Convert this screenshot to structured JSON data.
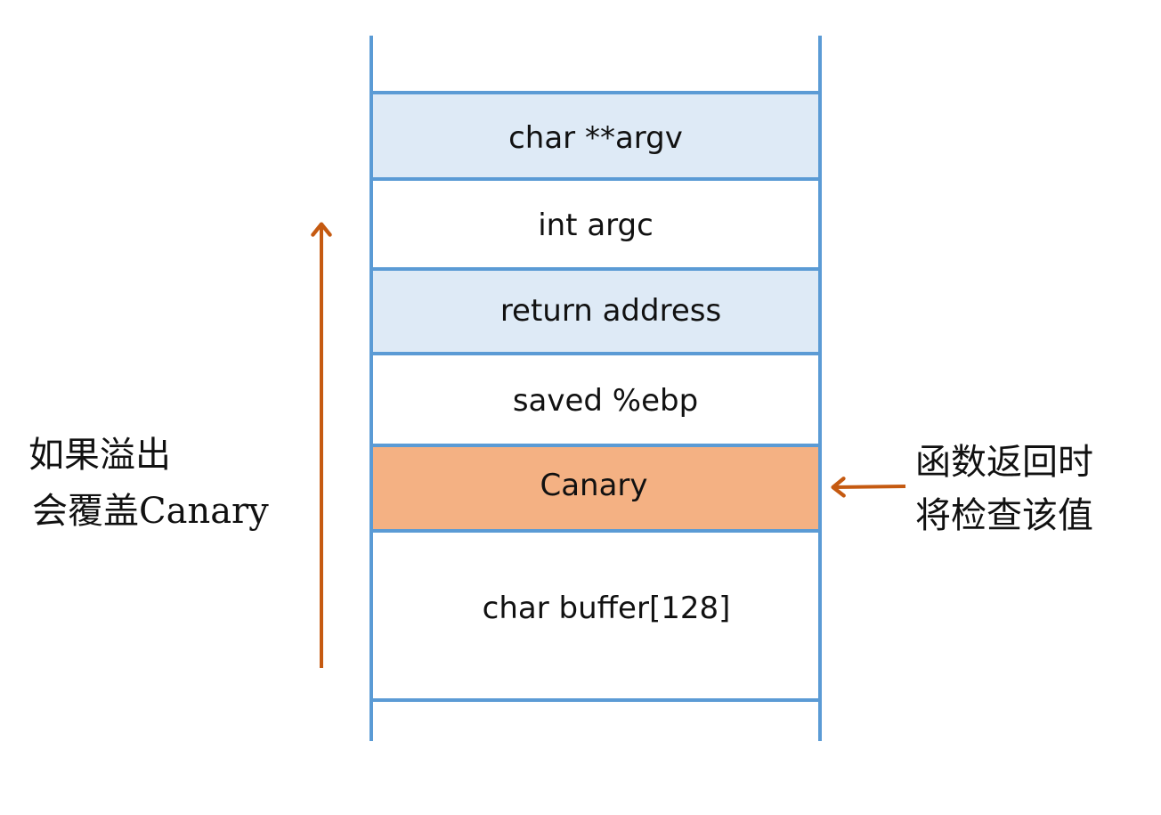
{
  "stack": {
    "cells": [
      {
        "label": "char **argv",
        "fill": "#deeaf6"
      },
      {
        "label": "int argc",
        "fill": "#ffffff"
      },
      {
        "label": "return address",
        "fill": "#deeaf6"
      },
      {
        "label": "saved %ebp",
        "fill": "#ffffff"
      },
      {
        "label": "Canary",
        "fill": "#f4b183"
      },
      {
        "label": "char buffer[128]",
        "fill": "#ffffff"
      }
    ]
  },
  "notes": {
    "left_line1": "如果溢出",
    "left_line2": "会覆盖Canary",
    "right_line1": "函数返回时",
    "right_line2": "将检查该值"
  },
  "colors": {
    "stack_line": "#5b9bd5",
    "arrow": "#c55a11",
    "text": "#111111",
    "highlight_blue": "#deeaf6",
    "canary": "#f4b183"
  }
}
